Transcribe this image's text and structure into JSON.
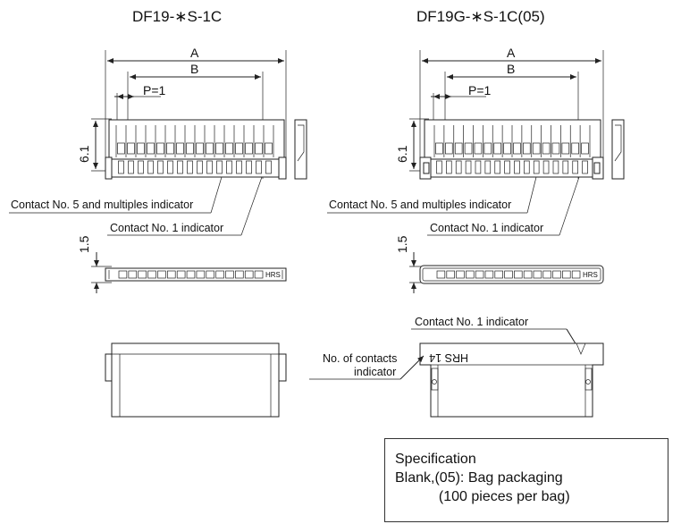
{
  "titles": {
    "left": "DF19-∗S-1C",
    "right": "DF19G-∗S-1C(05)"
  },
  "dimensions": {
    "a": "A",
    "b": "B",
    "pitch": "P=1",
    "height_top": "6.1",
    "height_side": "1.5"
  },
  "callouts": {
    "contact5": "Contact No. 5 and multiples indicator",
    "contact1": "Contact No. 1 indicator",
    "contact1_bottom": "Contact No. 1 indicator",
    "num_contacts_line1": "No. of contacts",
    "num_contacts_line2": "indicator"
  },
  "marking": {
    "rear_text": "HRS 14",
    "front_small": "HRS"
  },
  "spec": {
    "title": "Specification",
    "line1": "Blank,(05): Bag packaging",
    "line2": "           (100 pieces per bag)"
  }
}
